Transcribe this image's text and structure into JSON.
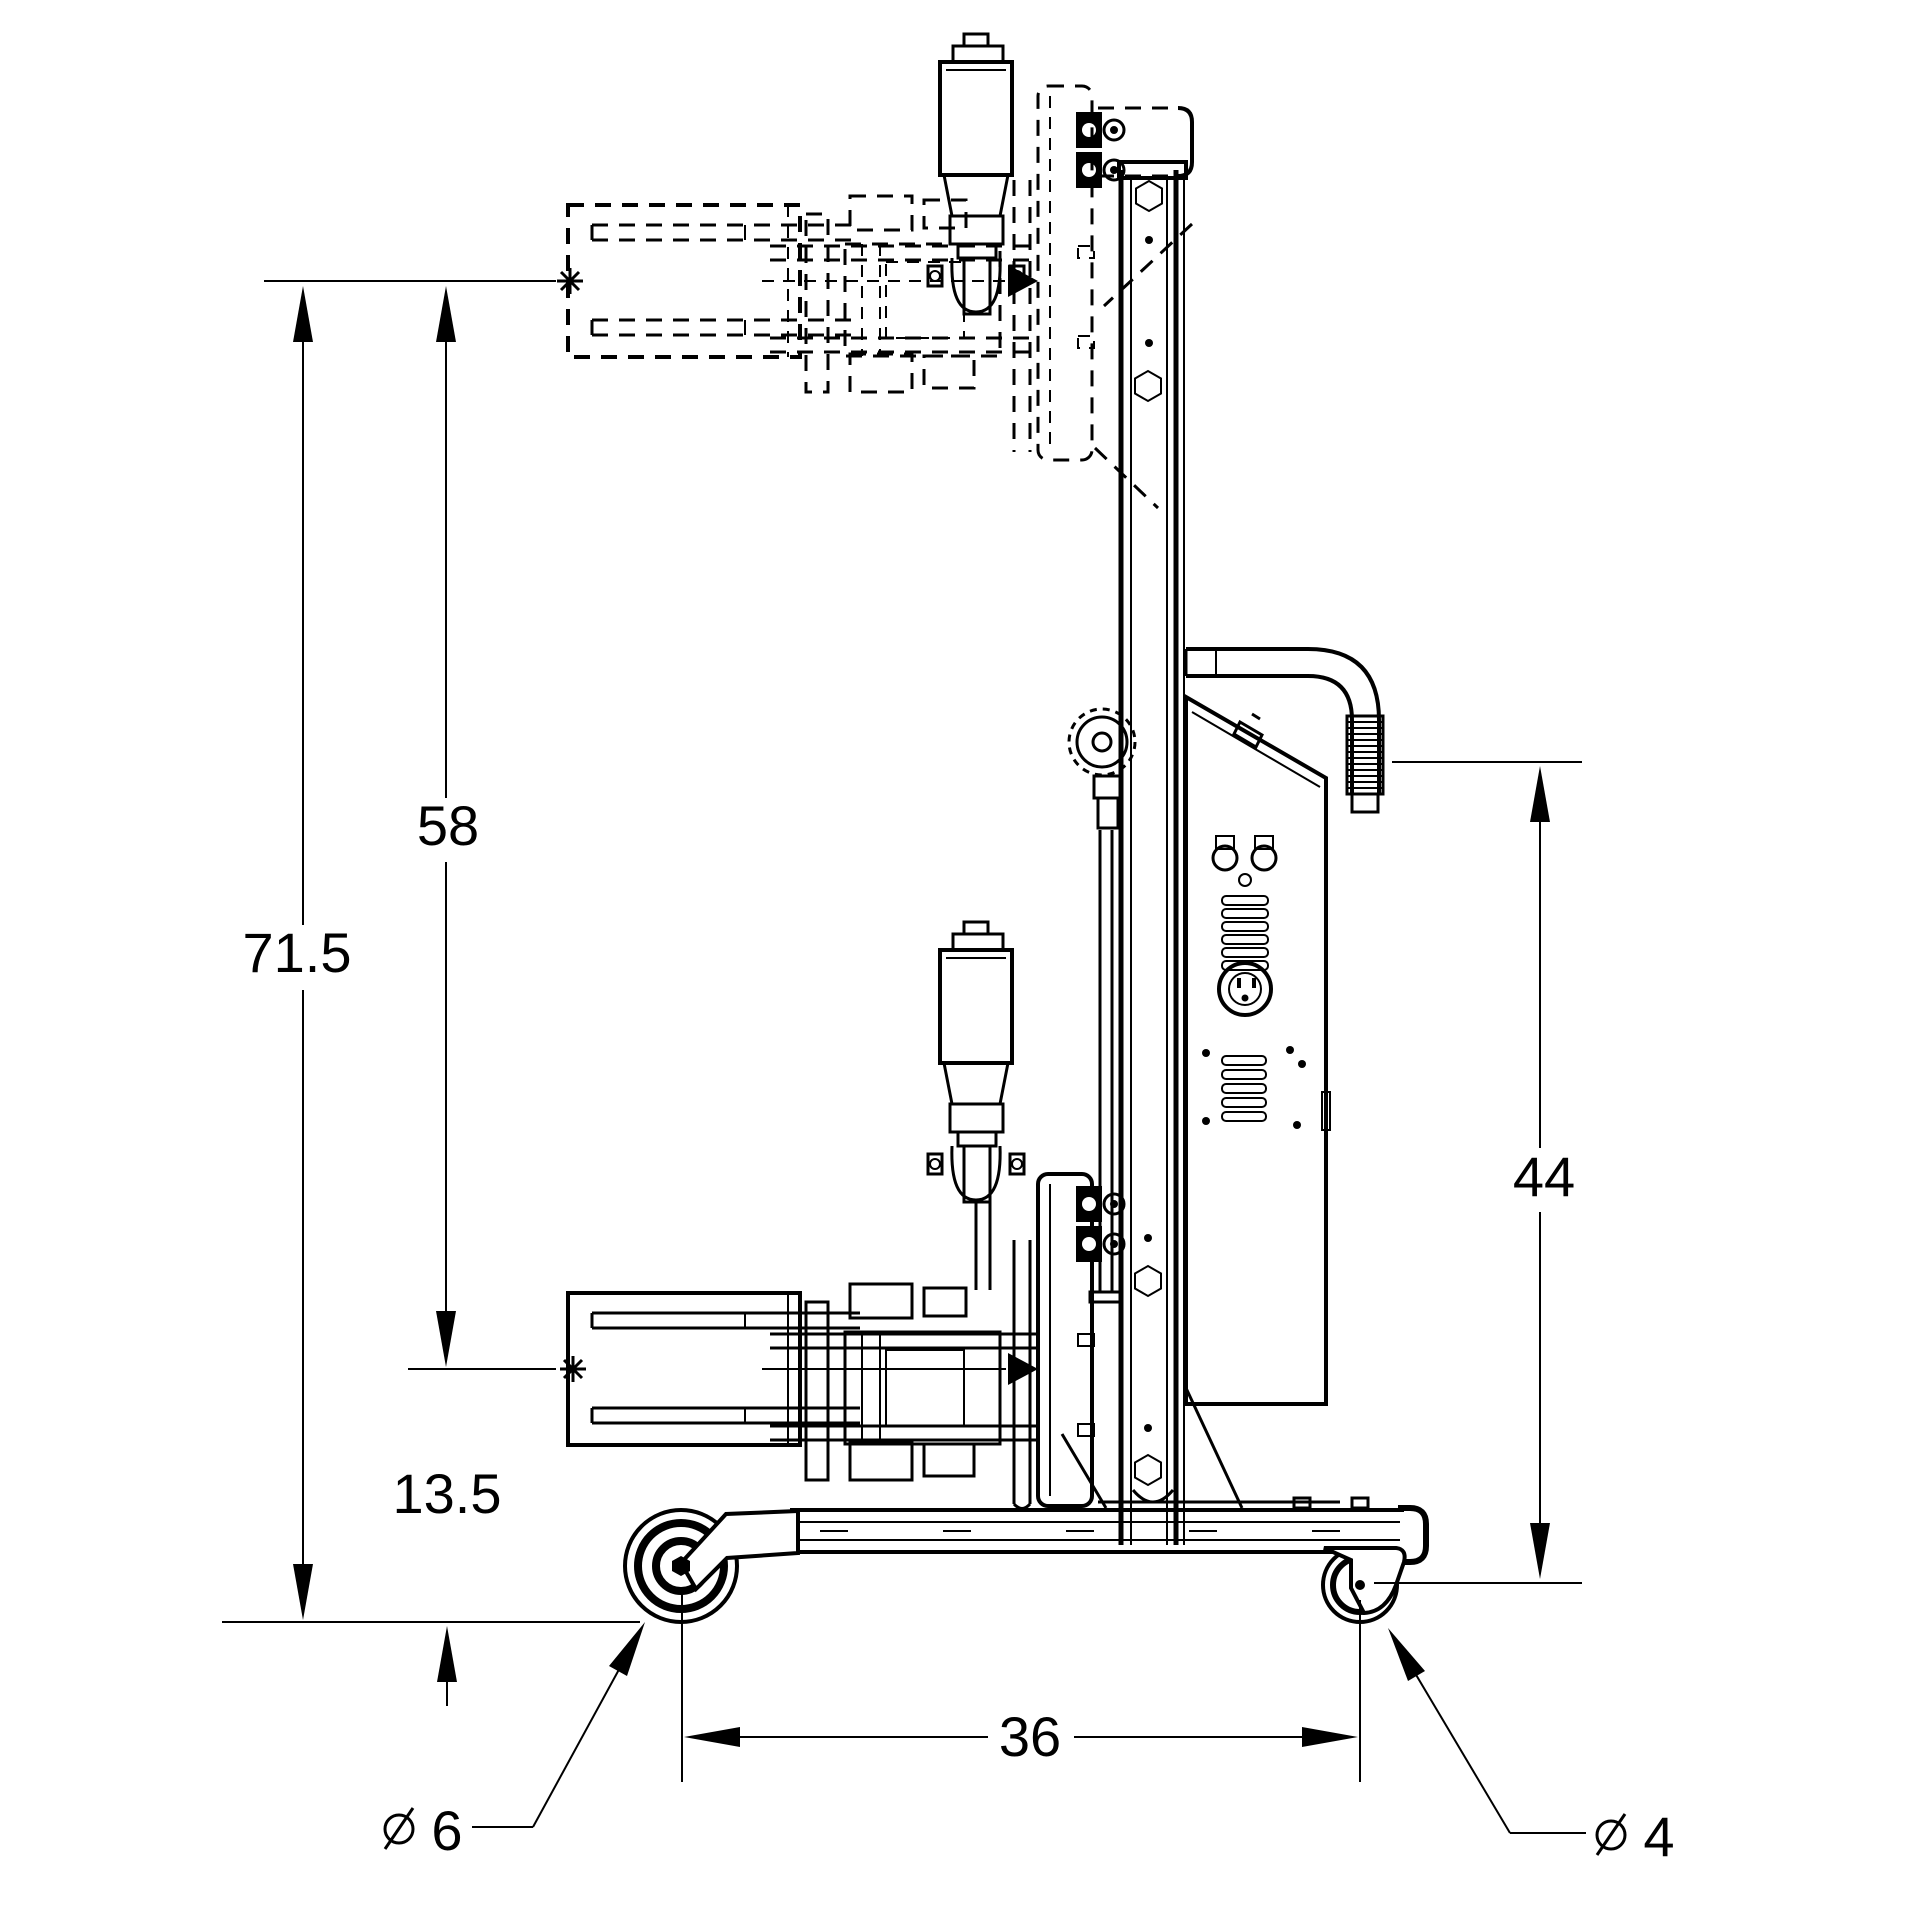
{
  "drawing": {
    "kind": "engineering dimension drawing",
    "view": "side elevation of fork lift stacker with raised (phantom) and lowered fork carriage",
    "line_color": "#000000",
    "background_color": "#ffffff"
  },
  "dims": {
    "overall_height": "71.5",
    "raised_fork_height": "58",
    "lowered_fork_height": "13.5",
    "handle_height": "44",
    "wheelbase": "36",
    "front_caster_diameter": "6",
    "rear_caster_diameter": "4"
  }
}
